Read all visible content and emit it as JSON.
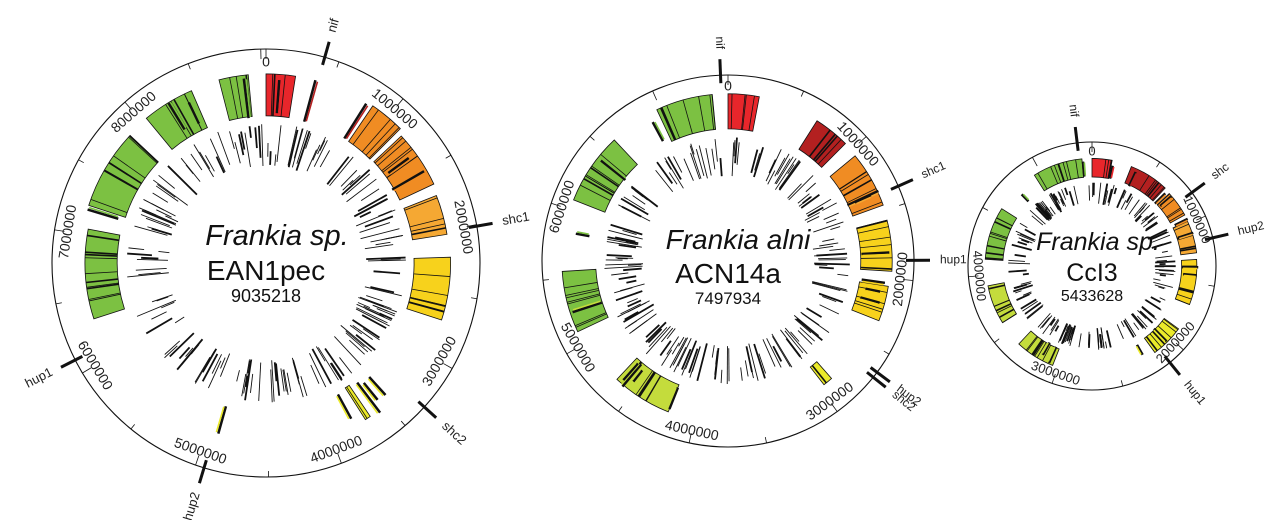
{
  "genomes": [
    {
      "genus": "Frankia sp.",
      "strain": "EAN1pec",
      "size_label": "9035218",
      "genome_length": 9035218,
      "tick_labels": [
        "0",
        "1000000",
        "2000000",
        "3000000",
        "4000000",
        "5000000",
        "6000000",
        "7000000",
        "8000000"
      ],
      "markers": [
        {
          "label": "nif",
          "position": 400000
        },
        {
          "label": "shc1",
          "position": 2010000
        },
        {
          "label": "shc2",
          "position": 3320000
        },
        {
          "label": "hup2",
          "position": 4940000
        },
        {
          "label": "hup1",
          "position": 6100000
        }
      ]
    },
    {
      "genus": "Frankia alni",
      "strain": "ACN14a",
      "size_label": "7497934",
      "genome_length": 7497934,
      "tick_labels": [
        "0",
        "1000000",
        "2000000",
        "3000000",
        "4000000",
        "5000000",
        "6000000"
      ],
      "markers": [
        {
          "label": "nif",
          "position": 7450000
        },
        {
          "label": "shc1",
          "position": 1380000
        },
        {
          "label": "hup1",
          "position": 1870000
        },
        {
          "label": "hup2",
          "position": 2640000
        },
        {
          "label": "shc2",
          "position": 2680000
        }
      ]
    },
    {
      "genus": "Frankia sp.",
      "strain": "CcI3",
      "size_label": "5433628",
      "genome_length": 5433628,
      "tick_labels": [
        "0",
        "1000000",
        "2000000",
        "3000000",
        "4000000"
      ],
      "markers": [
        {
          "label": "nif",
          "position": 5330000
        },
        {
          "label": "shc",
          "position": 810000
        },
        {
          "label": "hup2",
          "position": 1160000
        },
        {
          "label": "hup1",
          "position": 2130000
        }
      ]
    }
  ],
  "colors": {
    "red": "#e8262b",
    "dark_red": "#b32020",
    "orange": "#f08c23",
    "light_orange": "#f5a833",
    "yellow": "#f7d21c",
    "pale_yellow": "#ebea2a",
    "yellow_green": "#c4dc3c",
    "green": "#7cc142",
    "line": "#111111"
  }
}
